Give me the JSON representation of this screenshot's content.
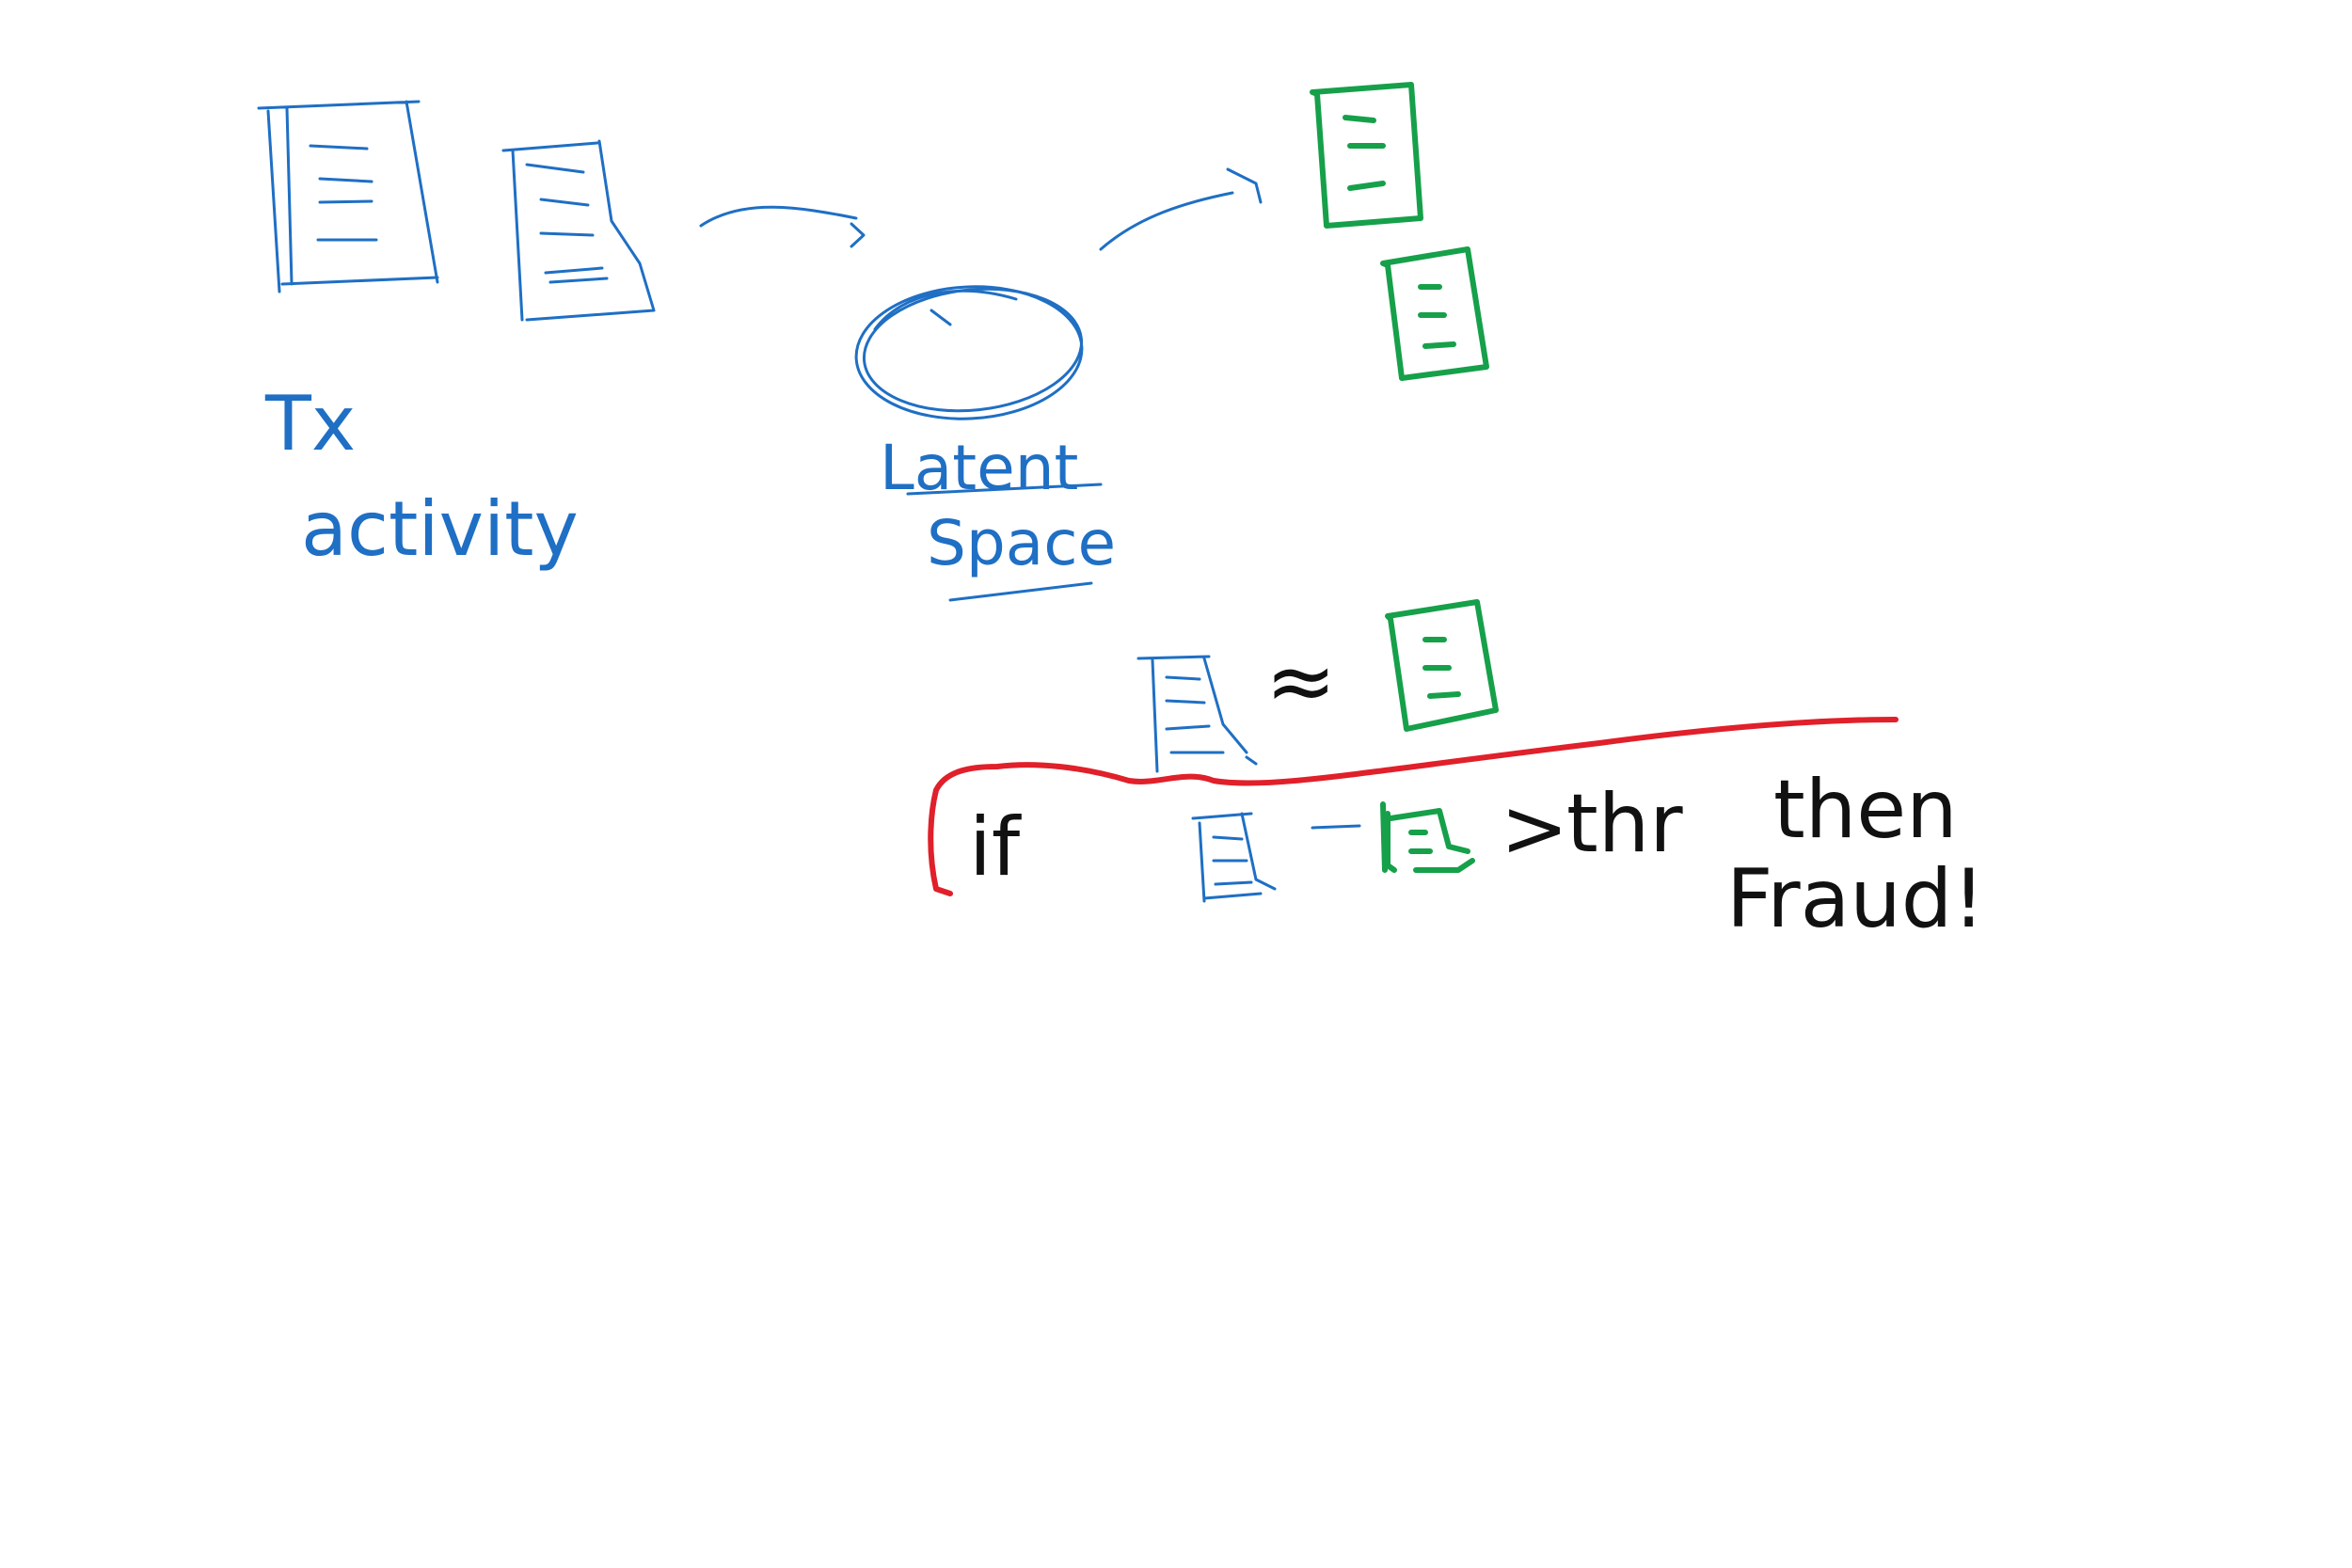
{
  "canvas": {
    "background": "#ffffff"
  },
  "colors": {
    "blue_ink": "#1f6fc4",
    "green_ink": "#16a04a",
    "red_ink": "#e0202a",
    "black_ink": "#111111"
  },
  "labels": {
    "tx_line1": "Tx",
    "tx_line2": "activity",
    "latent_line1": "Latent",
    "latent_line2": "Space",
    "approx_symbol": "≈",
    "if_word": "if",
    "gt_symbol": ">",
    "thr_word": "thr",
    "then_word": "then",
    "fraud_word": "Fraud!"
  },
  "icons": {
    "input_document": "document-icon",
    "reconstructed_document": "document-icon",
    "latent_space": "ellipse-icon",
    "arrow": "arrow-icon"
  }
}
